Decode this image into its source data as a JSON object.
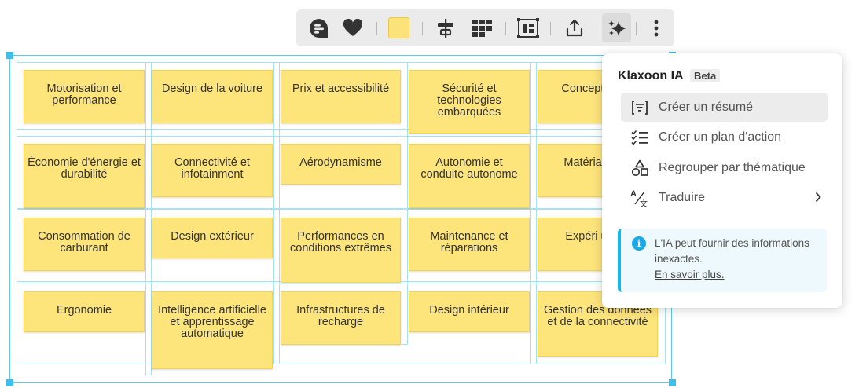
{
  "toolbar": {
    "items": [
      "comment-icon",
      "reaction-heart-icon",
      "color-swatch",
      "align-icon",
      "layout-grid-icon",
      "frame-icon",
      "export-icon",
      "ai-sparkles-icon",
      "more-options-icon"
    ],
    "swatch_color": "#fbe27a"
  },
  "board": {
    "notes": [
      [
        "Motorisation et performance",
        "Design de la voiture",
        "Prix et accessibilité",
        "Sécurité et technologies embarquées",
        "Concept l'intér"
      ],
      [
        "Économie d'énergie et durabilité",
        "Connectivité et infotainment",
        "Aérodynamisme",
        "Autonomie et conduite autonome",
        "Matéria finitio"
      ],
      [
        "Consommation de carburant",
        "Design extérieur",
        "Performances en conditions extrêmes",
        "Maintenance et réparations",
        "Expéri utilisa"
      ],
      [
        "Ergonomie",
        "Intelligence artificielle et apprentissage automatique",
        "Infrastructures de recharge",
        "Design intérieur",
        "Gestion des données et de la connectivité"
      ]
    ],
    "note_color": "#fde47b",
    "selection_color": "#5ccbee"
  },
  "ai_panel": {
    "title": "Klaxoon IA",
    "badge": "Beta",
    "items": [
      {
        "label": "Créer un résumé",
        "icon": "summary-icon"
      },
      {
        "label": "Créer un plan d'action",
        "icon": "checklist-icon"
      },
      {
        "label": "Regrouper par thématique",
        "icon": "shapes-icon"
      },
      {
        "label": "Traduire",
        "icon": "translate-icon"
      }
    ],
    "notice": "L'IA peut fournir des informations inexactes.",
    "link": "En savoir plus."
  }
}
